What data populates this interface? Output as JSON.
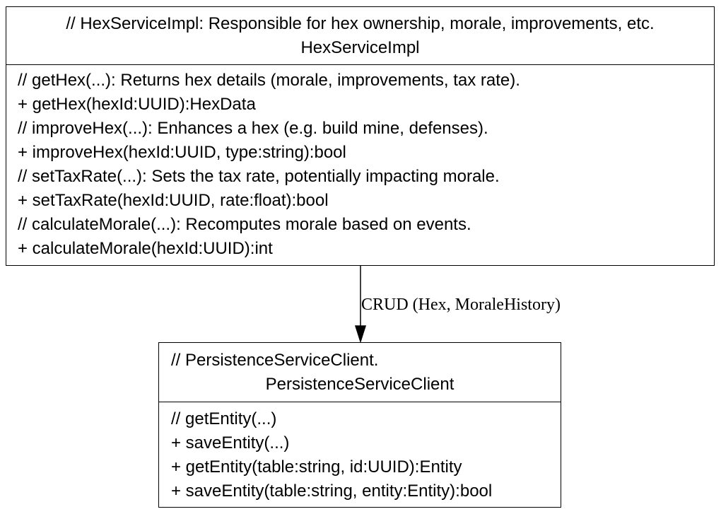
{
  "hex_service": {
    "comment": "// HexServiceImpl: Responsible for hex ownership, morale, improvements, etc.",
    "name": "HexServiceImpl",
    "lines": [
      "// getHex(...): Returns hex details (morale, improvements, tax rate).",
      "+ getHex(hexId:UUID):HexData",
      "// improveHex(...): Enhances a hex (e.g. build mine, defenses).",
      "+ improveHex(hexId:UUID, type:string):bool",
      "// setTaxRate(...): Sets the tax rate, potentially impacting morale.",
      "+ setTaxRate(hexId:UUID, rate:float):bool",
      "// calculateMorale(...): Recomputes morale based on events.",
      "+ calculateMorale(hexId:UUID):int"
    ]
  },
  "persistence_client": {
    "comment": "// PersistenceServiceClient.",
    "name": "PersistenceServiceClient",
    "lines": [
      "// getEntity(...)",
      "+ saveEntity(...)",
      "+ getEntity(table:string, id:UUID):Entity",
      "+ saveEntity(table:string, entity:Entity):bool"
    ]
  },
  "edge": {
    "label": "CRUD (Hex, MoraleHistory)"
  }
}
